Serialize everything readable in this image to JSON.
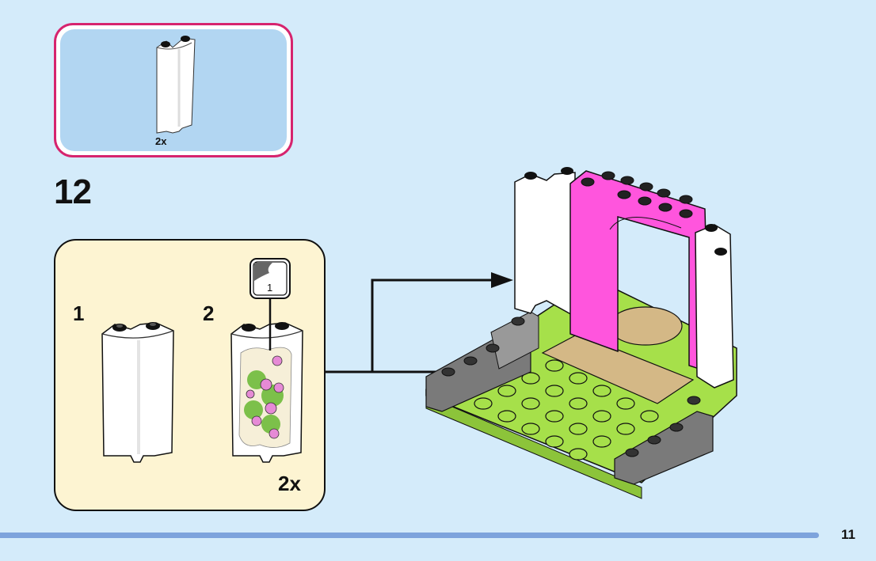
{
  "parts_callout": {
    "quantity": "2x",
    "part": "white-curved-panel",
    "border_color": "#d6246e",
    "background_color": "#b2d6f2"
  },
  "step": {
    "number": "12"
  },
  "sub_assembly": {
    "background_color": "#fdf4d2",
    "sub_steps": [
      {
        "number": "1",
        "part": "plain-white-curved-panel"
      },
      {
        "number": "2",
        "part": "rose-sticker-curved-panel",
        "sticker_number": "1"
      }
    ],
    "quantity": "2x"
  },
  "main_model": {
    "description": "garden arch build with pink arch, white curved panels, lime base plate",
    "colors": {
      "pink": "#ff55dd",
      "lime": "#a6e04a",
      "gray": "#7a7a7a",
      "tan": "#d4b886",
      "white": "#ffffff"
    }
  },
  "footer": {
    "page_number": "11",
    "bar_color": "#7da3dc"
  }
}
